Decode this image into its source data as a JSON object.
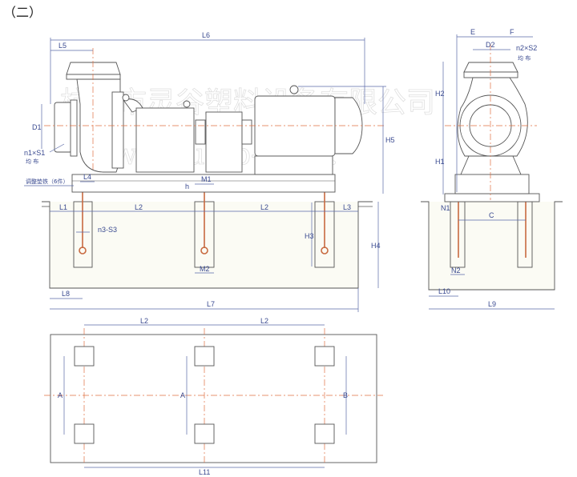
{
  "title": "（二）",
  "watermark": {
    "line1": "杭州市灵谷塑料设备有限公司",
    "line2": "www.pump-simo."
  },
  "side_view": {
    "L6": "L6",
    "L5": "L5",
    "D1": "D1",
    "n1S1": "n1×S1",
    "uniform1": "均 布",
    "shim_note": "调整垫铁（6件）",
    "L4": "L4",
    "h": "h",
    "M1": "M1",
    "H5": "H5",
    "L1": "L1",
    "L2a": "L2",
    "L2b": "L2",
    "L3": "L3",
    "n3S3": "n3-S3",
    "H3": "H3",
    "H4": "H4",
    "M2": "M2",
    "L8": "L8",
    "L7": "L7"
  },
  "end_view": {
    "E": "E",
    "F": "F",
    "D2": "D2",
    "n2S2": "n2×S2",
    "uniform2": "均 布",
    "H2": "H2",
    "H1": "H1",
    "N1": "N1",
    "C": "C",
    "N2": "N2",
    "L10": "L10",
    "L9": "L9"
  },
  "plan_view": {
    "L2a": "L2",
    "L2b": "L2",
    "A1": "A",
    "A2": "A",
    "B": "B",
    "L11": "L11"
  }
}
